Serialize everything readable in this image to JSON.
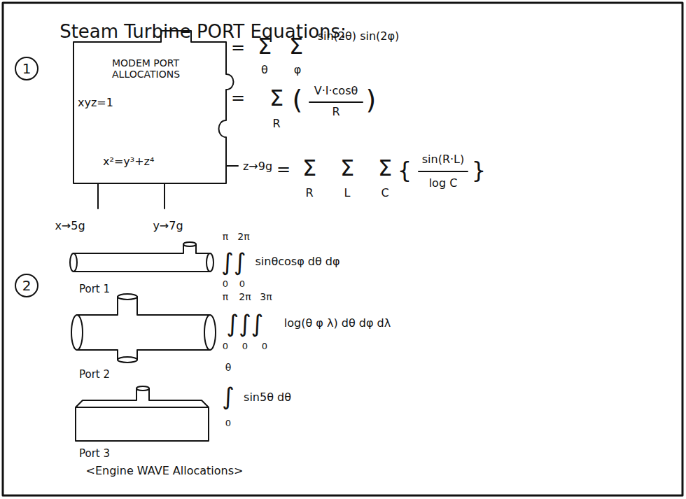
{
  "diagram": {
    "title": "Steam Turbine PORT Equations:",
    "nodes": [
      {
        "text": [
          "MODEM PORT ALLOCATIONS",
          "xyz=1",
          "x²=y³+z⁴"
        ]
      }
    ],
    "labels": [
      "1",
      "=",
      "Σ",
      "θ",
      "Σ",
      "φ",
      "sin(2θ) sin(2φ)",
      "=",
      "Σ",
      "R",
      "(",
      "V·I·cosθ",
      "R",
      ")",
      "z→9g",
      "=",
      "Σ",
      "R",
      "Σ",
      "L",
      "Σ",
      "C",
      "{",
      "sin(R·L)",
      "log C",
      "}",
      "x→5g",
      "y→7g",
      "2",
      "π",
      "2π",
      "∫∫",
      "0",
      "0",
      "sinθcosφ dθ dφ",
      "Port 1",
      "π",
      "2π",
      "3π",
      "∫∫∫",
      "0",
      "0",
      "0",
      "log(θ φ λ) dθ dφ dλ",
      "Port 2",
      "θ",
      "∫",
      "0",
      "sin5θ dθ",
      "Port 3",
      "<Engine WAVE Allocations>"
    ]
  }
}
